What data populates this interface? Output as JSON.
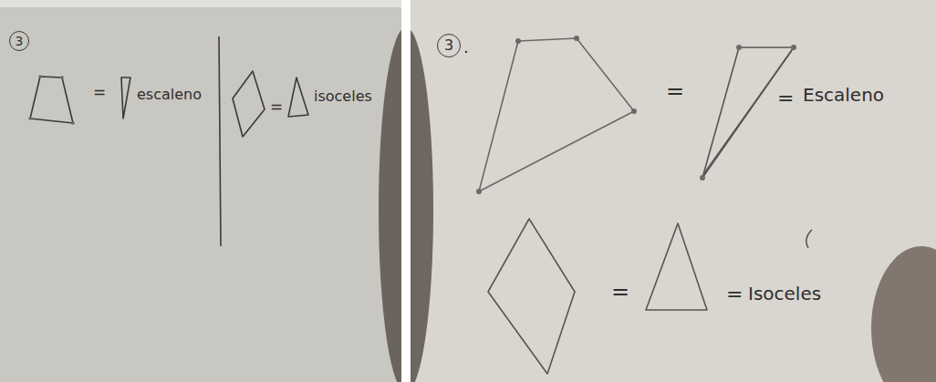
{
  "diagram": {
    "nodes": [
      {
        "text": [
          "3"
        ]
      },
      {
        "text": [
          "3"
        ]
      }
    ],
    "labels": [
      "=",
      "escaleno",
      "=",
      "isoceles",
      ".",
      "=",
      "=",
      "Escaleno",
      "=",
      "=",
      "Isoceles"
    ]
  }
}
